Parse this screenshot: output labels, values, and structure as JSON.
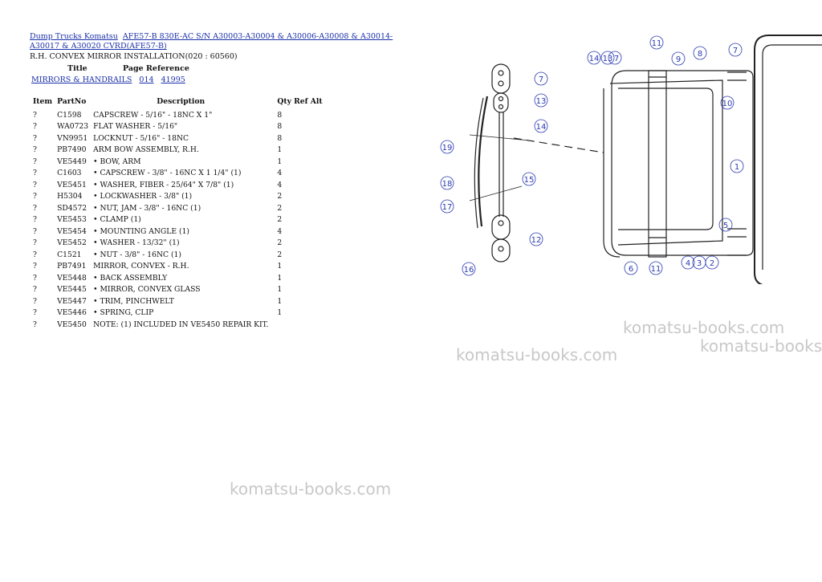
{
  "breadcrumb": {
    "links": [
      "Dump Trucks Komatsu",
      "AFE57-B 830E-AC S/N A30003-A30004 & A30006-A30008 & A30014-A30017 & A30020 CVRD(AFE57-B)"
    ]
  },
  "subtitle": "R.H. CONVEX MIRROR INSTALLATION(020 : 60560)",
  "reference": {
    "title_header": "Title",
    "page_header": "Page Reference",
    "title_link": "MIRRORS & HANDRAILS",
    "page_link_1": "014",
    "page_link_2": "41995"
  },
  "parts_table": {
    "headers": {
      "item": "Item",
      "partno": "PartNo",
      "description": "Description",
      "qty": "Qty Ref Alt"
    },
    "rows": [
      {
        "item": "?",
        "partno": "C1598",
        "description": "CAPSCREW - 5/16\" - 18NC X 1\"",
        "qty": "8"
      },
      {
        "item": "?",
        "partno": "WA0723",
        "description": "FLAT WASHER - 5/16\"",
        "qty": "8"
      },
      {
        "item": "?",
        "partno": "VN9951",
        "description": "LOCKNUT - 5/16\" - 18NC",
        "qty": "8"
      },
      {
        "item": "?",
        "partno": "PB7490",
        "description": "ARM BOW ASSEMBLY, R.H.",
        "qty": "1"
      },
      {
        "item": "?",
        "partno": "VE5449",
        "description": "• BOW, ARM",
        "qty": "1"
      },
      {
        "item": "?",
        "partno": "C1603",
        "description": "• CAPSCREW - 3/8\" - 16NC X 1 1/4\" (1)",
        "qty": "4"
      },
      {
        "item": "?",
        "partno": "VE5451",
        "description": "• WASHER, FIBER - 25/64\" X 7/8\" (1)",
        "qty": "4"
      },
      {
        "item": "?",
        "partno": "H5304",
        "description": "• LOCKWASHER - 3/8\" (1)",
        "qty": "2"
      },
      {
        "item": "?",
        "partno": "SD4572",
        "description": "• NUT, JAM - 3/8\" - 16NC (1)",
        "qty": "2"
      },
      {
        "item": "?",
        "partno": "VE5453",
        "description": "• CLAMP (1)",
        "qty": "2"
      },
      {
        "item": "?",
        "partno": "VE5454",
        "description": "• MOUNTING ANGLE (1)",
        "qty": "4"
      },
      {
        "item": "?",
        "partno": "VE5452",
        "description": "• WASHER - 13/32\" (1)",
        "qty": "2"
      },
      {
        "item": "?",
        "partno": "C1521",
        "description": "• NUT - 3/8\" - 16NC (1)",
        "qty": "2"
      },
      {
        "item": "?",
        "partno": "PB7491",
        "description": "MIRROR, CONVEX - R.H.",
        "qty": "1"
      },
      {
        "item": "?",
        "partno": "VE5448",
        "description": "• BACK ASSEMBLY",
        "qty": "1"
      },
      {
        "item": "?",
        "partno": "VE5445",
        "description": "• MIRROR, CONVEX GLASS",
        "qty": "1"
      },
      {
        "item": "?",
        "partno": "VE5447",
        "description": "• TRIM, PINCHWELT",
        "qty": "1"
      },
      {
        "item": "?",
        "partno": "VE5446",
        "description": "• SPRING, CLIP",
        "qty": "1"
      },
      {
        "item": "?",
        "partno": "VE5450",
        "description": "NOTE: (1) INCLUDED IN VE5450 REPAIR KIT.",
        "qty": ""
      }
    ]
  },
  "watermarks": [
    "komatsu-books.com",
    "komatsu-books.com",
    "komatsu-books.com",
    "komatsu-books.com"
  ],
  "diagram_callouts": [
    "1",
    "2",
    "3",
    "4",
    "5",
    "6",
    "7",
    "7",
    "8",
    "9",
    "10",
    "11",
    "11",
    "12",
    "13",
    "13",
    "14",
    "14",
    "15",
    "16",
    "17",
    "18",
    "19"
  ]
}
